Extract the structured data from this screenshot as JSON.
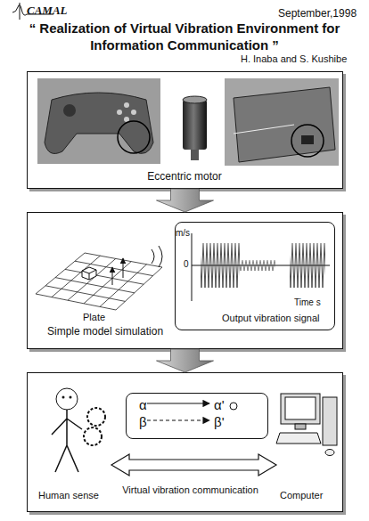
{
  "diagram": {
    "title": "“ Realization of Virtual Vibration Environment for Information Communication ”",
    "nodes": [
      {
        "text": [
          "Eccentric motor"
        ]
      },
      {
        "text": [
          "Plate",
          "Simple model simulation"
        ]
      },
      {
        "text": [
          "Output vibration signal"
        ],
        "in": 1
      },
      {
        "text": [
          "Human sense",
          "Virtual vibration communication",
          "Computer"
        ]
      },
      {
        "text": [
          "α",
          "α'",
          "β",
          "β'"
        ],
        "in": 3
      }
    ],
    "edges": [
      {
        "from": 0,
        "to": 1,
        "arrow": "to"
      },
      {
        "from": 1,
        "to": 3,
        "arrow": "to"
      }
    ],
    "labels": [
      "CAMAL",
      "September,1998",
      "H. Inaba and S. Kushibe",
      "m/s",
      "0",
      "Time s"
    ]
  }
}
